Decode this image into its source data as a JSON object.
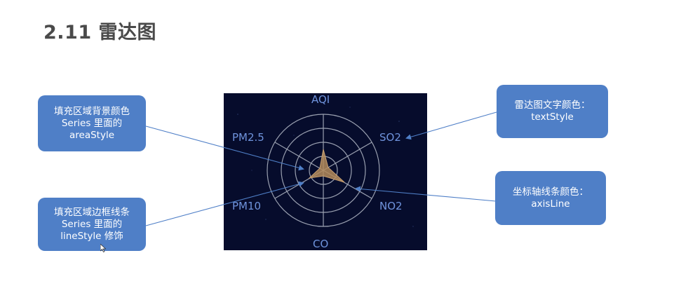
{
  "slide": {
    "title": "2.11 雷达图"
  },
  "callouts": {
    "area_style": {
      "lines": [
        "填充区域背景颜色",
        "Series 里面的",
        "areaStyle"
      ]
    },
    "line_style": {
      "lines": [
        "填充区域边框线条",
        "Series 里面的",
        "lineStyle 修饰"
      ]
    },
    "text_style": {
      "lines": [
        "雷达图文字颜色：",
        "textStyle"
      ]
    },
    "axis_line": {
      "lines": [
        "坐标轴线条颜色：",
        "axisLine"
      ]
    }
  },
  "radar": {
    "indicators": [
      "AQI",
      "SO2",
      "NO2",
      "CO",
      "PM10",
      "PM2.5"
    ],
    "label_color": "#6f93dc",
    "background_color": "#060c2c",
    "split_line_color": "#9aa0b0",
    "area_color": "#b38a5a"
  },
  "colors": {
    "callout_bg": "#4f7fc7",
    "connector_line": "#4f7fc7",
    "title_text": "#4a4a4a"
  }
}
